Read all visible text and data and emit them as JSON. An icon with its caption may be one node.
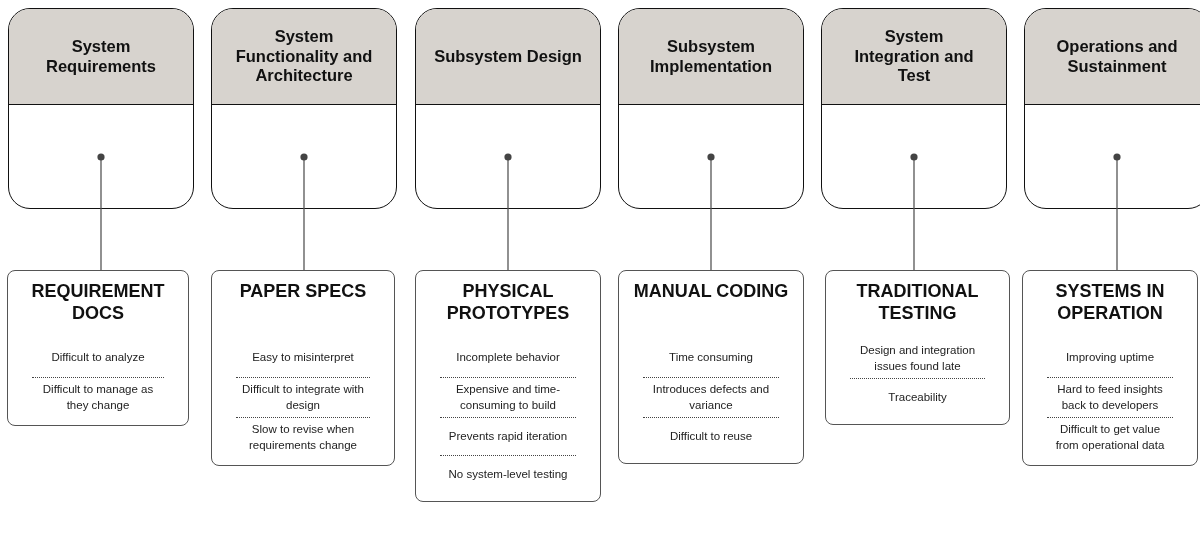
{
  "diagram": {
    "nodes": [
      {
        "text": [
          "System Requirements"
        ]
      },
      {
        "text": [
          "System Functionality and Architecture"
        ]
      },
      {
        "text": [
          "Subsystem Design"
        ]
      },
      {
        "text": [
          "Subsystem Implementation"
        ]
      },
      {
        "text": [
          "System Integration and Test"
        ]
      },
      {
        "text": [
          "Operations and Sustainment"
        ]
      },
      {
        "text": [
          "REQUIREMENT DOCS",
          "Difficult to analyze",
          "Difficult to manage as they change"
        ]
      },
      {
        "text": [
          "PAPER SPECS",
          "Easy to misinterpret",
          "Difficult to integrate with design",
          "Slow to revise when requirements change"
        ]
      },
      {
        "text": [
          "PHYSICAL PROTOTYPES",
          "Incomplete behavior",
          "Expensive and time-consuming to build",
          "Prevents rapid iteration",
          "No system-level testing"
        ]
      },
      {
        "text": [
          "MANUAL CODING",
          "Time consuming",
          "Introduces defects and variance",
          "Difficult to reuse"
        ]
      },
      {
        "text": [
          "TRADITIONAL TESTING",
          "Design and integration issues found late",
          "Traceability"
        ]
      },
      {
        "text": [
          "SYSTEMS IN OPERATION",
          "Improving uptime",
          "Hard to feed insights back to developers",
          "Difficult to get value from operational data"
        ]
      }
    ],
    "edges": [
      {
        "from": 0,
        "to": 6,
        "arrow": "other"
      },
      {
        "from": 1,
        "to": 7,
        "arrow": "other"
      },
      {
        "from": 2,
        "to": 8,
        "arrow": "other"
      },
      {
        "from": 3,
        "to": 9,
        "arrow": "other"
      },
      {
        "from": 4,
        "to": 10,
        "arrow": "other"
      },
      {
        "from": 5,
        "to": 11,
        "arrow": "other"
      }
    ]
  }
}
